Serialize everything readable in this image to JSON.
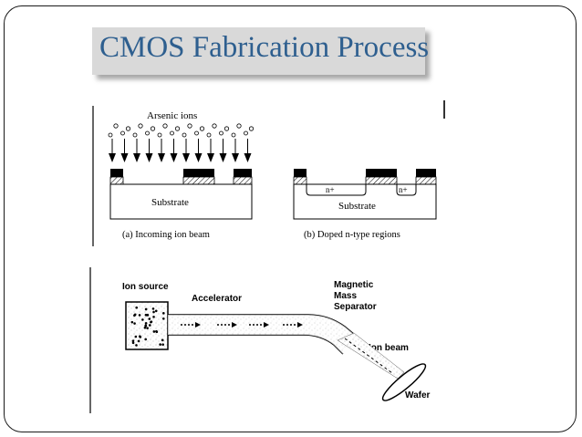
{
  "slide": {
    "title": "CMOS Fabrication Process"
  },
  "figure_top": {
    "label_arsenic": "Arsenic ions",
    "label_substrate_a": "Substrate",
    "caption_a": "(a) Incoming ion beam",
    "label_substrate_b": "Substrate",
    "label_n_plus_1": "n+",
    "label_n_plus_2": "n+",
    "caption_b": "(b) Doped n-type regions"
  },
  "figure_bottom": {
    "label_ion_source": "Ion source",
    "label_accelerator": "Accelerator",
    "label_magnetic": "Magnetic",
    "label_mass": "Mass",
    "label_separator": "Separator",
    "label_ion_beam": "Ion beam",
    "label_wafer": "Wafer"
  }
}
